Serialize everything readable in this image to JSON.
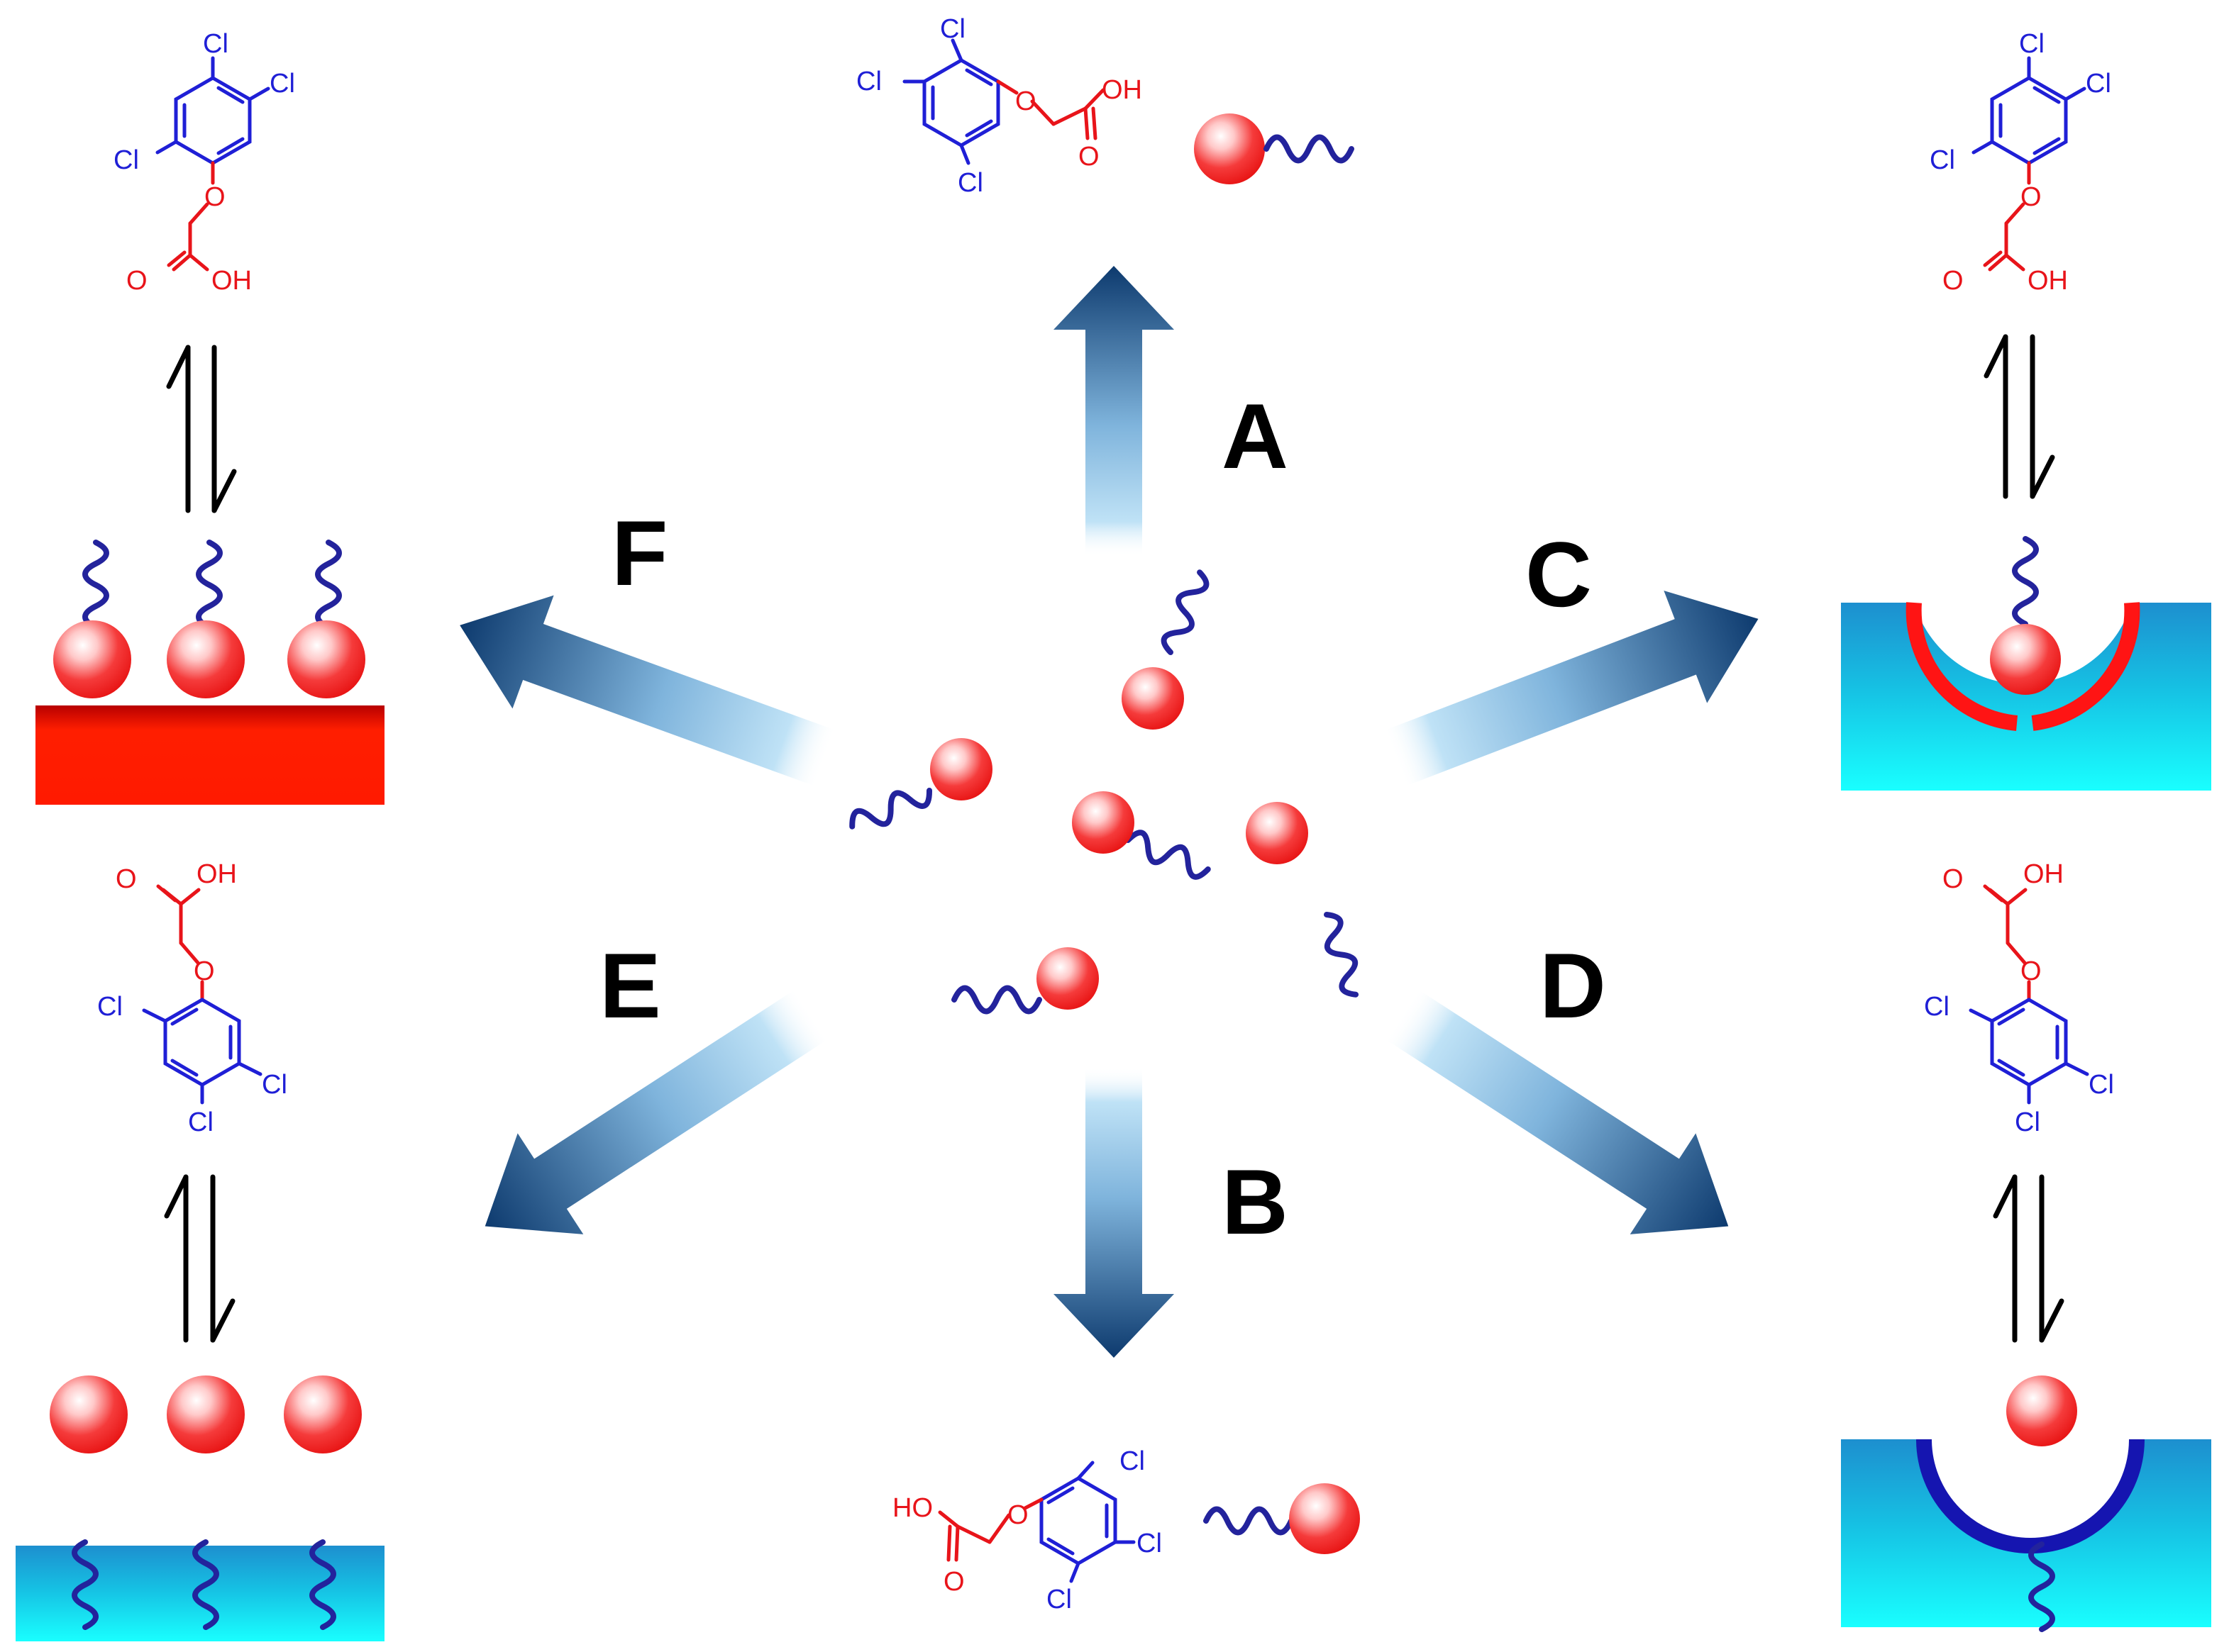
{
  "panel_labels": {
    "A": "A",
    "B": "B",
    "C": "C",
    "D": "D",
    "E": "E",
    "F": "F"
  },
  "atoms": {
    "cl": "Cl",
    "o": "O",
    "oh": "OH",
    "ho": "HO"
  },
  "colors": {
    "ring_blue": "#1f1fd6",
    "acid_red": "#e8141a",
    "particle_red": "#f21d1d",
    "tail_navy": "#23239c",
    "arrow_dark": "#0d3a6e",
    "arrow_light": "#b6dcf3",
    "surface_red": "#ff1a00",
    "surface_cyan": "#17c8e6",
    "surface_blue": "#1d8fcf"
  }
}
